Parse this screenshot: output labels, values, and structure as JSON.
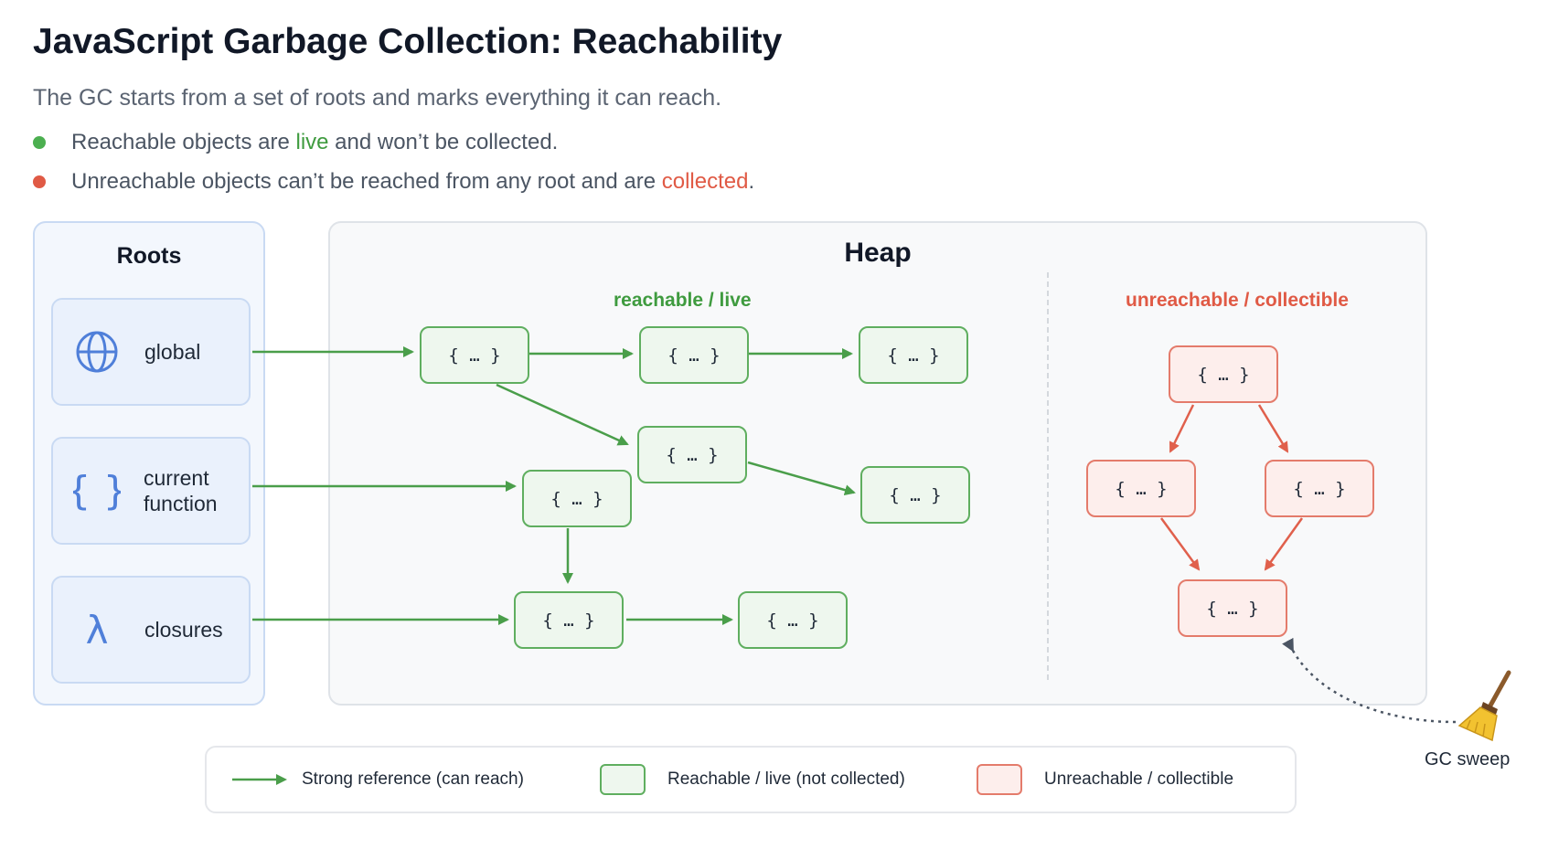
{
  "header": {
    "title": "JavaScript Garbage Collection: Reachability",
    "subtitle": "The GC starts from a set of roots and marks everything it can reach.",
    "bullets": [
      {
        "pre": "Reachable objects are ",
        "highlight": "live",
        "post": " and won’t be collected.",
        "color": "#4caf50"
      },
      {
        "pre": "Unreachable objects can’t be reached from any root and are ",
        "highlight": "collected",
        "post": ".",
        "color": "#e05a45"
      }
    ]
  },
  "roots": {
    "title": "Roots",
    "items": [
      {
        "label": "global",
        "icon": "globe-icon"
      },
      {
        "label": "current\nfunction",
        "icon": "braces-icon"
      },
      {
        "label": "closures",
        "icon": "lambda-icon"
      }
    ]
  },
  "heap": {
    "title": "Heap",
    "reachable_label": "reachable / live",
    "unreachable_label": "unreachable / collectible",
    "object_text": "{ … }"
  },
  "gc_sweep": {
    "label": "GC sweep",
    "icon": "broom-icon"
  },
  "legend": {
    "strong_reference": "Strong reference (can reach)",
    "reachable": "Reachable / live (not collected)",
    "unreachable": "Unreachable / collectible"
  },
  "colors": {
    "live": "#5fae5f",
    "dead": "#e47b6b",
    "root_accent": "#4f7fd9"
  }
}
